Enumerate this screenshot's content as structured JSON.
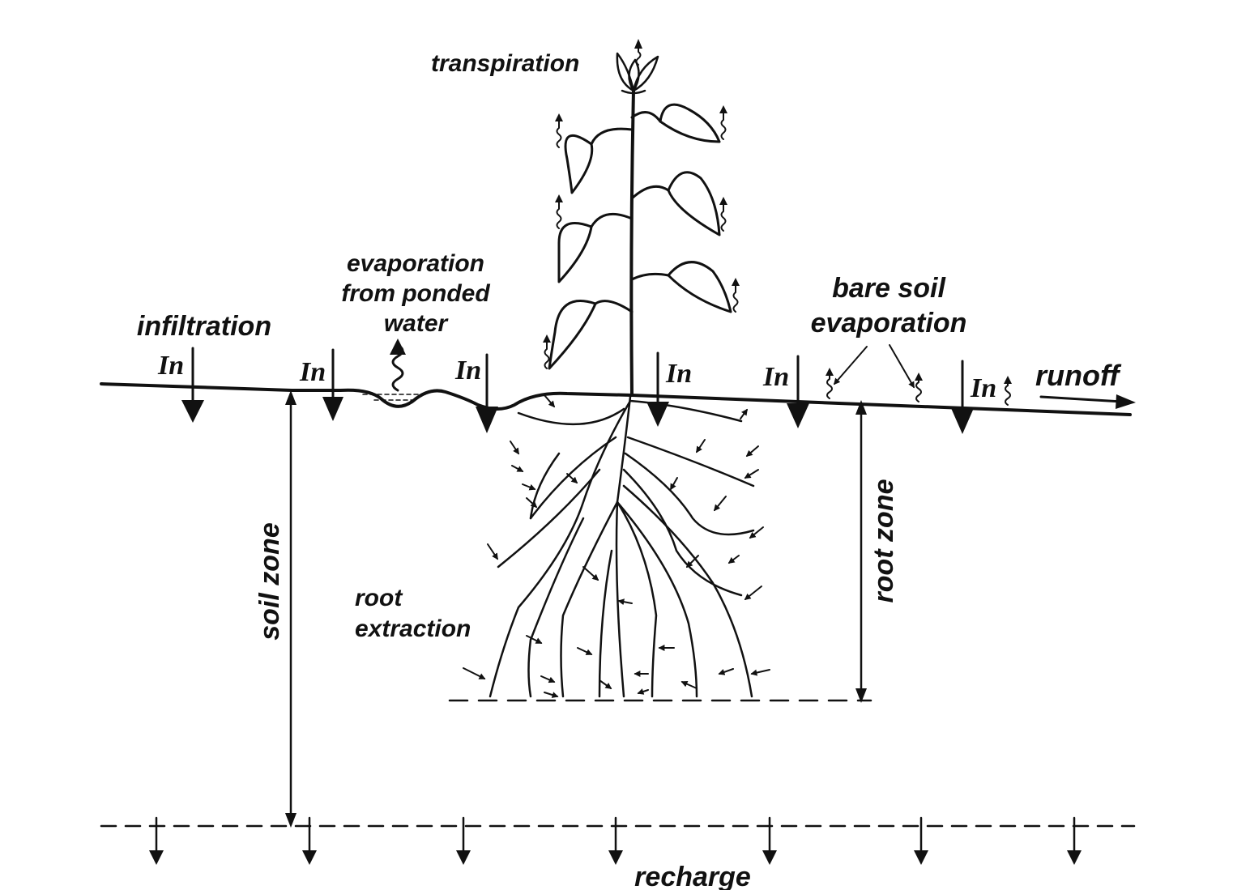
{
  "labels": {
    "transpiration": "transpiration",
    "evaporation_ponded": [
      "evaporation",
      "from ponded",
      "water"
    ],
    "infiltration": "infiltration",
    "bare_soil_evaporation": [
      "bare soil",
      "evaporation"
    ],
    "runoff": "runoff",
    "soil_zone": "soil zone",
    "root_zone": "root zone",
    "root_extraction": [
      "root",
      "extraction"
    ],
    "recharge": "recharge",
    "infiltration_marker": "In"
  },
  "colors": {
    "ink": "#111111",
    "background": "#ffffff"
  }
}
